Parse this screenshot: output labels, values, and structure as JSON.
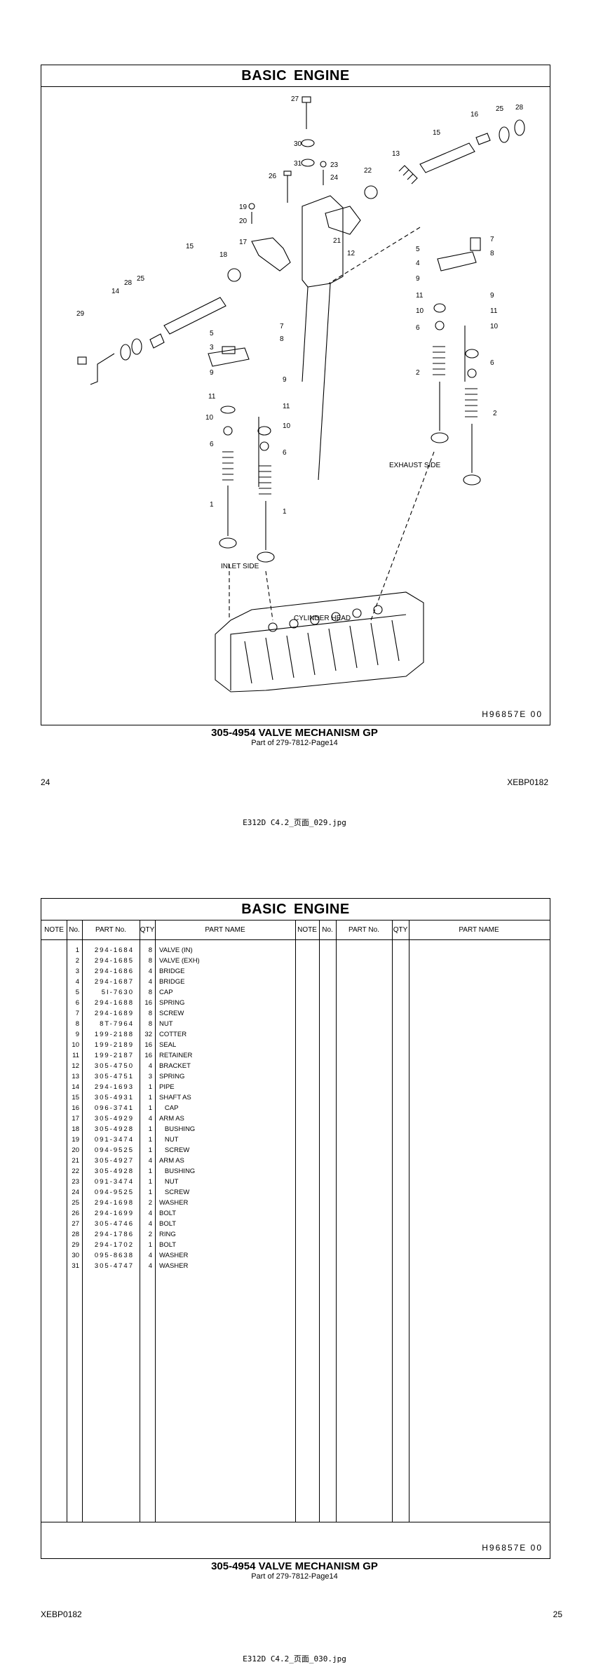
{
  "page1": {
    "title_words": [
      "BASIC",
      "ENGINE"
    ],
    "diagram_code": "H96857E 00",
    "callouts": {
      "n27": "27",
      "n30": "30",
      "n31": "31",
      "n26": "26",
      "n23": "23",
      "n24": "24",
      "n22": "22",
      "n13": "13",
      "n15a": "15",
      "n16": "16",
      "n25a": "25",
      "n28a": "28",
      "n19": "19",
      "n20": "20",
      "n17": "17",
      "n18": "18",
      "n15b": "15",
      "n12": "12",
      "n21": "21",
      "n14": "14",
      "n28b": "28",
      "n25b": "25",
      "n29": "29",
      "n5a": "5",
      "n3": "3",
      "n7a": "7",
      "n8a": "8",
      "n9a": "9",
      "n9b": "9",
      "n11a": "11",
      "n11b": "11",
      "n10a": "10",
      "n10b": "10",
      "n6a": "6",
      "n6b": "6",
      "n1a": "1",
      "n1b": "1",
      "n7b": "7",
      "n5b": "5",
      "n8b": "8",
      "n4": "4",
      "n9c": "9",
      "n9d": "9",
      "n11c": "11",
      "n11d": "11",
      "n10c": "10",
      "n10d": "10",
      "n6c": "6",
      "n6d": "6",
      "n2a": "2",
      "n2b": "2"
    },
    "labels": {
      "inlet": "INLET SIDE",
      "exhaust": "EXHAUST SIDE",
      "cylinder_head": "CYLINDER HEAD"
    },
    "caption_title": "305-4954  VALVE  MECHANISM  GP",
    "caption_sub": "Part of 279-7812-Page14",
    "page_number": "24",
    "doc_code": "XEBP0182",
    "file_name": "E312D  C4.2_页面_029.jpg"
  },
  "page2": {
    "title_words": [
      "BASIC",
      "ENGINE"
    ],
    "headers": {
      "note": "NOTE",
      "no": "No.",
      "part_no": "PART No.",
      "qty": "QTY",
      "part_name": "PART NAME"
    },
    "parts": [
      {
        "no": "1",
        "part_no": "294-1684",
        "qty": "8",
        "name": "VALVE (IN)"
      },
      {
        "no": "2",
        "part_no": "294-1685",
        "qty": "8",
        "name": "VALVE (EXH)"
      },
      {
        "no": "3",
        "part_no": "294-1686",
        "qty": "4",
        "name": "BRIDGE"
      },
      {
        "no": "4",
        "part_no": "294-1687",
        "qty": "4",
        "name": "BRIDGE"
      },
      {
        "no": "5",
        "part_no": "5I-7630",
        "qty": "8",
        "name": "CAP"
      },
      {
        "no": "6",
        "part_no": "294-1688",
        "qty": "16",
        "name": "SPRING"
      },
      {
        "no": "7",
        "part_no": "294-1689",
        "qty": "8",
        "name": "SCREW"
      },
      {
        "no": "8",
        "part_no": "8T-7964",
        "qty": "8",
        "name": "NUT"
      },
      {
        "no": "9",
        "part_no": "199-2188",
        "qty": "32",
        "name": "COTTER"
      },
      {
        "no": "10",
        "part_no": "199-2189",
        "qty": "16",
        "name": "SEAL"
      },
      {
        "no": "11",
        "part_no": "199-2187",
        "qty": "16",
        "name": "RETAINER"
      },
      {
        "no": "12",
        "part_no": "305-4750",
        "qty": "4",
        "name": "BRACKET"
      },
      {
        "no": "13",
        "part_no": "305-4751",
        "qty": "3",
        "name": "SPRING"
      },
      {
        "no": "14",
        "part_no": "294-1693",
        "qty": "1",
        "name": "PIPE"
      },
      {
        "no": "15",
        "part_no": "305-4931",
        "qty": "1",
        "name": "SHAFT AS"
      },
      {
        "no": "16",
        "part_no": "096-3741",
        "qty": "1",
        "name": "   CAP"
      },
      {
        "no": "17",
        "part_no": "305-4929",
        "qty": "4",
        "name": "ARM AS"
      },
      {
        "no": "18",
        "part_no": "305-4928",
        "qty": "1",
        "name": "   BUSHING"
      },
      {
        "no": "19",
        "part_no": "091-3474",
        "qty": "1",
        "name": "   NUT"
      },
      {
        "no": "20",
        "part_no": "094-9525",
        "qty": "1",
        "name": "   SCREW"
      },
      {
        "no": "21",
        "part_no": "305-4927",
        "qty": "4",
        "name": "ARM AS"
      },
      {
        "no": "22",
        "part_no": "305-4928",
        "qty": "1",
        "name": "   BUSHING"
      },
      {
        "no": "23",
        "part_no": "091-3474",
        "qty": "1",
        "name": "   NUT"
      },
      {
        "no": "24",
        "part_no": "094-9525",
        "qty": "1",
        "name": "   SCREW"
      },
      {
        "no": "25",
        "part_no": "294-1698",
        "qty": "2",
        "name": "WASHER"
      },
      {
        "no": "26",
        "part_no": "294-1699",
        "qty": "4",
        "name": "BOLT"
      },
      {
        "no": "27",
        "part_no": "305-4746",
        "qty": "4",
        "name": "BOLT"
      },
      {
        "no": "28",
        "part_no": "294-1786",
        "qty": "2",
        "name": "RING"
      },
      {
        "no": "29",
        "part_no": "294-1702",
        "qty": "1",
        "name": "BOLT"
      },
      {
        "no": "30",
        "part_no": "095-8638",
        "qty": "4",
        "name": "WASHER"
      },
      {
        "no": "31",
        "part_no": "305-4747",
        "qty": "4",
        "name": "WASHER"
      }
    ],
    "diagram_code": "H96857E 00",
    "caption_title": "305-4954  VALVE  MECHANISM  GP",
    "caption_sub": "Part of 279-7812-Page14",
    "page_number": "25",
    "doc_code": "XEBP0182",
    "file_name": "E312D  C4.2_页面_030.jpg"
  }
}
